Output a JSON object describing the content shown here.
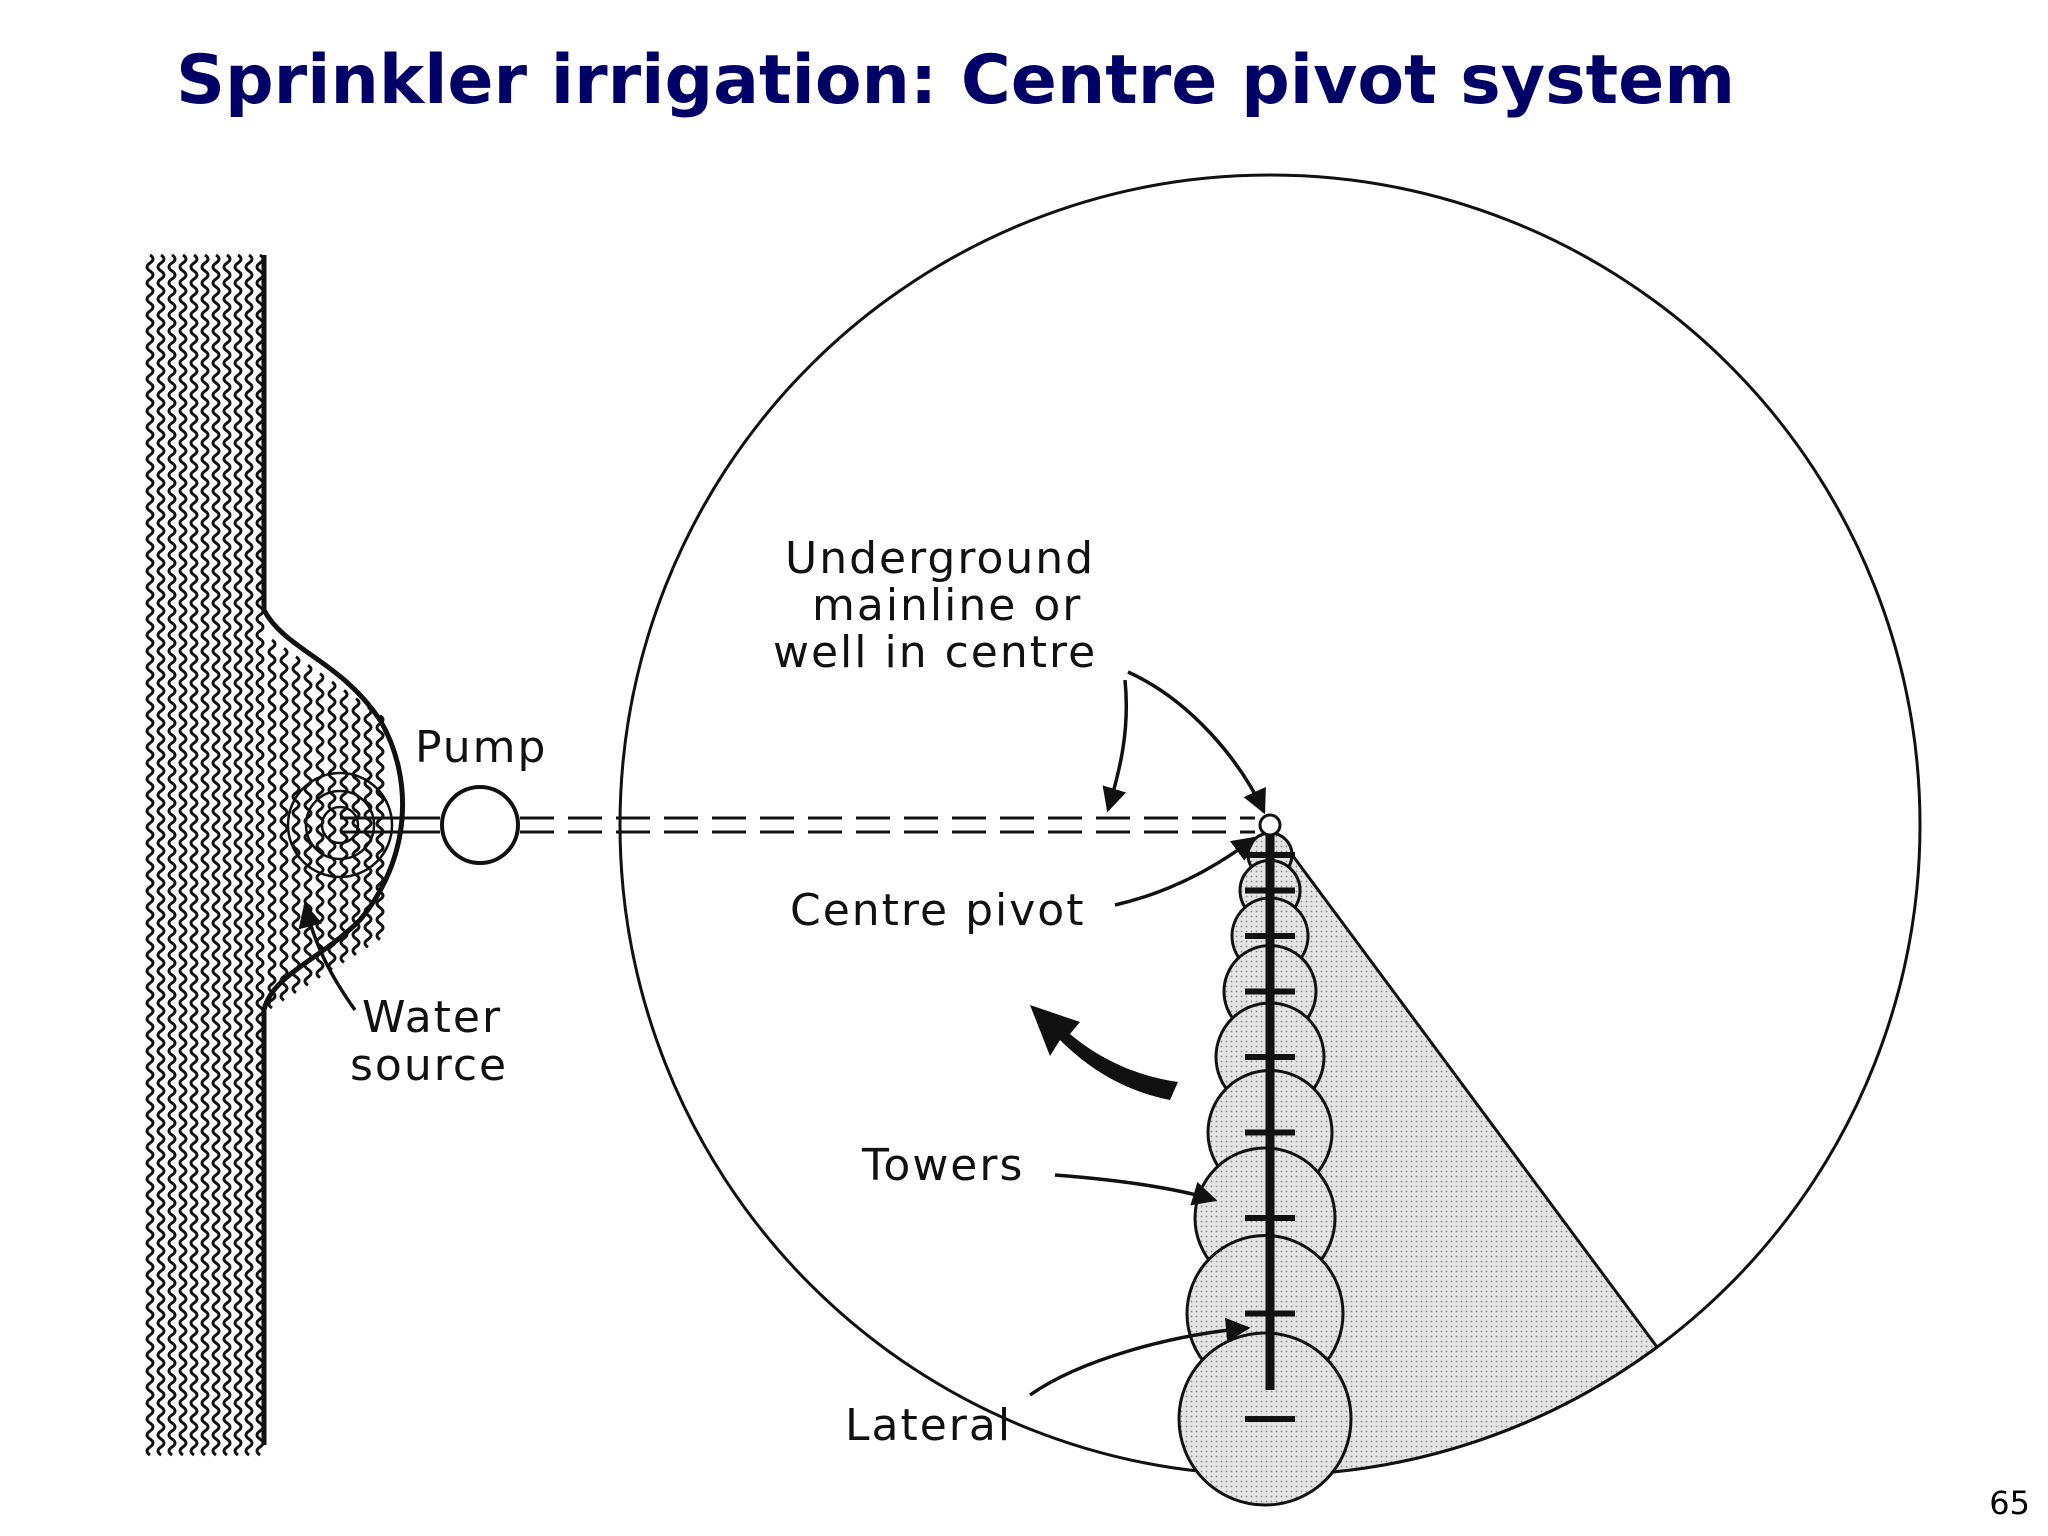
{
  "slide": {
    "title": "Sprinkler irrigation: Centre pivot system",
    "page_number": "65"
  },
  "diagram": {
    "labels": {
      "underground_line1": "Underground",
      "underground_line2": "mainline or",
      "underground_line3": "well in centre",
      "pump": "Pump",
      "centre_pivot": "Centre pivot",
      "water_line1": "Water",
      "water_line2": "source",
      "towers": "Towers",
      "lateral": "Lateral"
    },
    "colors": {
      "title": "#000066",
      "ink": "#111111",
      "shaded_area": "#d9d9d9"
    },
    "tower_count": 9
  }
}
